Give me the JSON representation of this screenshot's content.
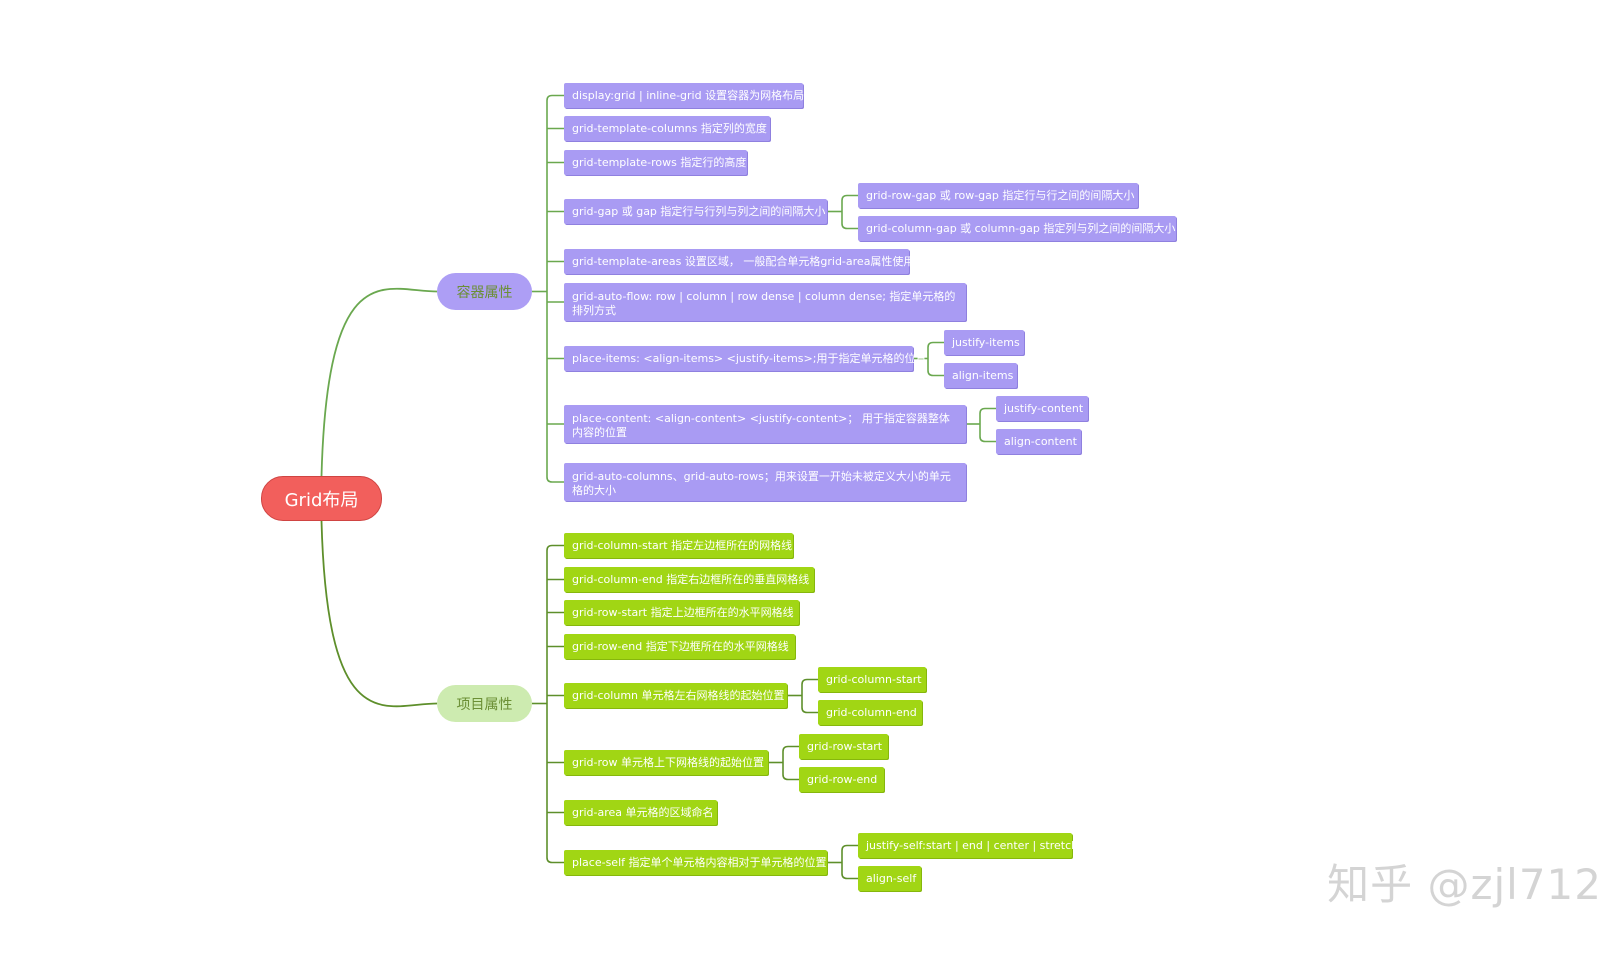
{
  "colors": {
    "root": "#f25f5c",
    "container": "#a99bf3",
    "item": "#a1d614",
    "wire_container": "#6aa84f",
    "wire_item": "#5e8f2b"
  },
  "root": {
    "label": "Grid布局"
  },
  "container": {
    "label": "容器属性",
    "items": [
      {
        "label": "display:grid | inline-grid 设置容器为网格布局"
      },
      {
        "label": "grid-template-columns  指定列的宽度"
      },
      {
        "label": "grid-template-rows 指定行的高度"
      },
      {
        "label": "grid-gap 或 gap 指定行与行列与列之间的间隔大小",
        "children": [
          "grid-row-gap 或 row-gap 指定行与行之间的间隔大小",
          "grid-column-gap 或 column-gap 指定列与列之间的间隔大小"
        ]
      },
      {
        "label": "grid-template-areas 设置区域， 一般配合单元格grid-area属性使用"
      },
      {
        "label": "grid-auto-flow: row | column | row dense | column dense; 指定单元格的排列方式"
      },
      {
        "label": "place-items: <align-items>  <justify-items>;用于指定单元格的位置",
        "children": [
          "justify-items",
          "align-items"
        ]
      },
      {
        "label": "place-content: <align-content> <justify-content>； 用于指定容器整体内容的位置",
        "children": [
          "justify-content",
          "align-content"
        ]
      },
      {
        "label": "grid-auto-columns、grid-auto-rows；用来设置一开始未被定义大小的单元格的大小"
      }
    ]
  },
  "item": {
    "label": "项目属性",
    "items": [
      {
        "label": "grid-column-start 指定左边框所在的网格线"
      },
      {
        "label": "grid-column-end  指定右边框所在的垂直网格线"
      },
      {
        "label": "grid-row-start  指定上边框所在的水平网格线"
      },
      {
        "label": "grid-row-end  指定下边框所在的水平网格线"
      },
      {
        "label": "grid-column 单元格左右网格线的起始位置",
        "children": [
          "grid-column-start",
          "grid-column-end"
        ]
      },
      {
        "label": "grid-row 单元格上下网格线的起始位置",
        "children": [
          "grid-row-start",
          "grid-row-end"
        ]
      },
      {
        "label": "grid-area 单元格的区域命名"
      },
      {
        "label": "place-self 指定单个单元格内容相对于单元格的位置",
        "children": [
          "justify-self:start | end | center | stretch;",
          "align-self"
        ]
      }
    ]
  },
  "watermark": "知乎 @zjl712"
}
